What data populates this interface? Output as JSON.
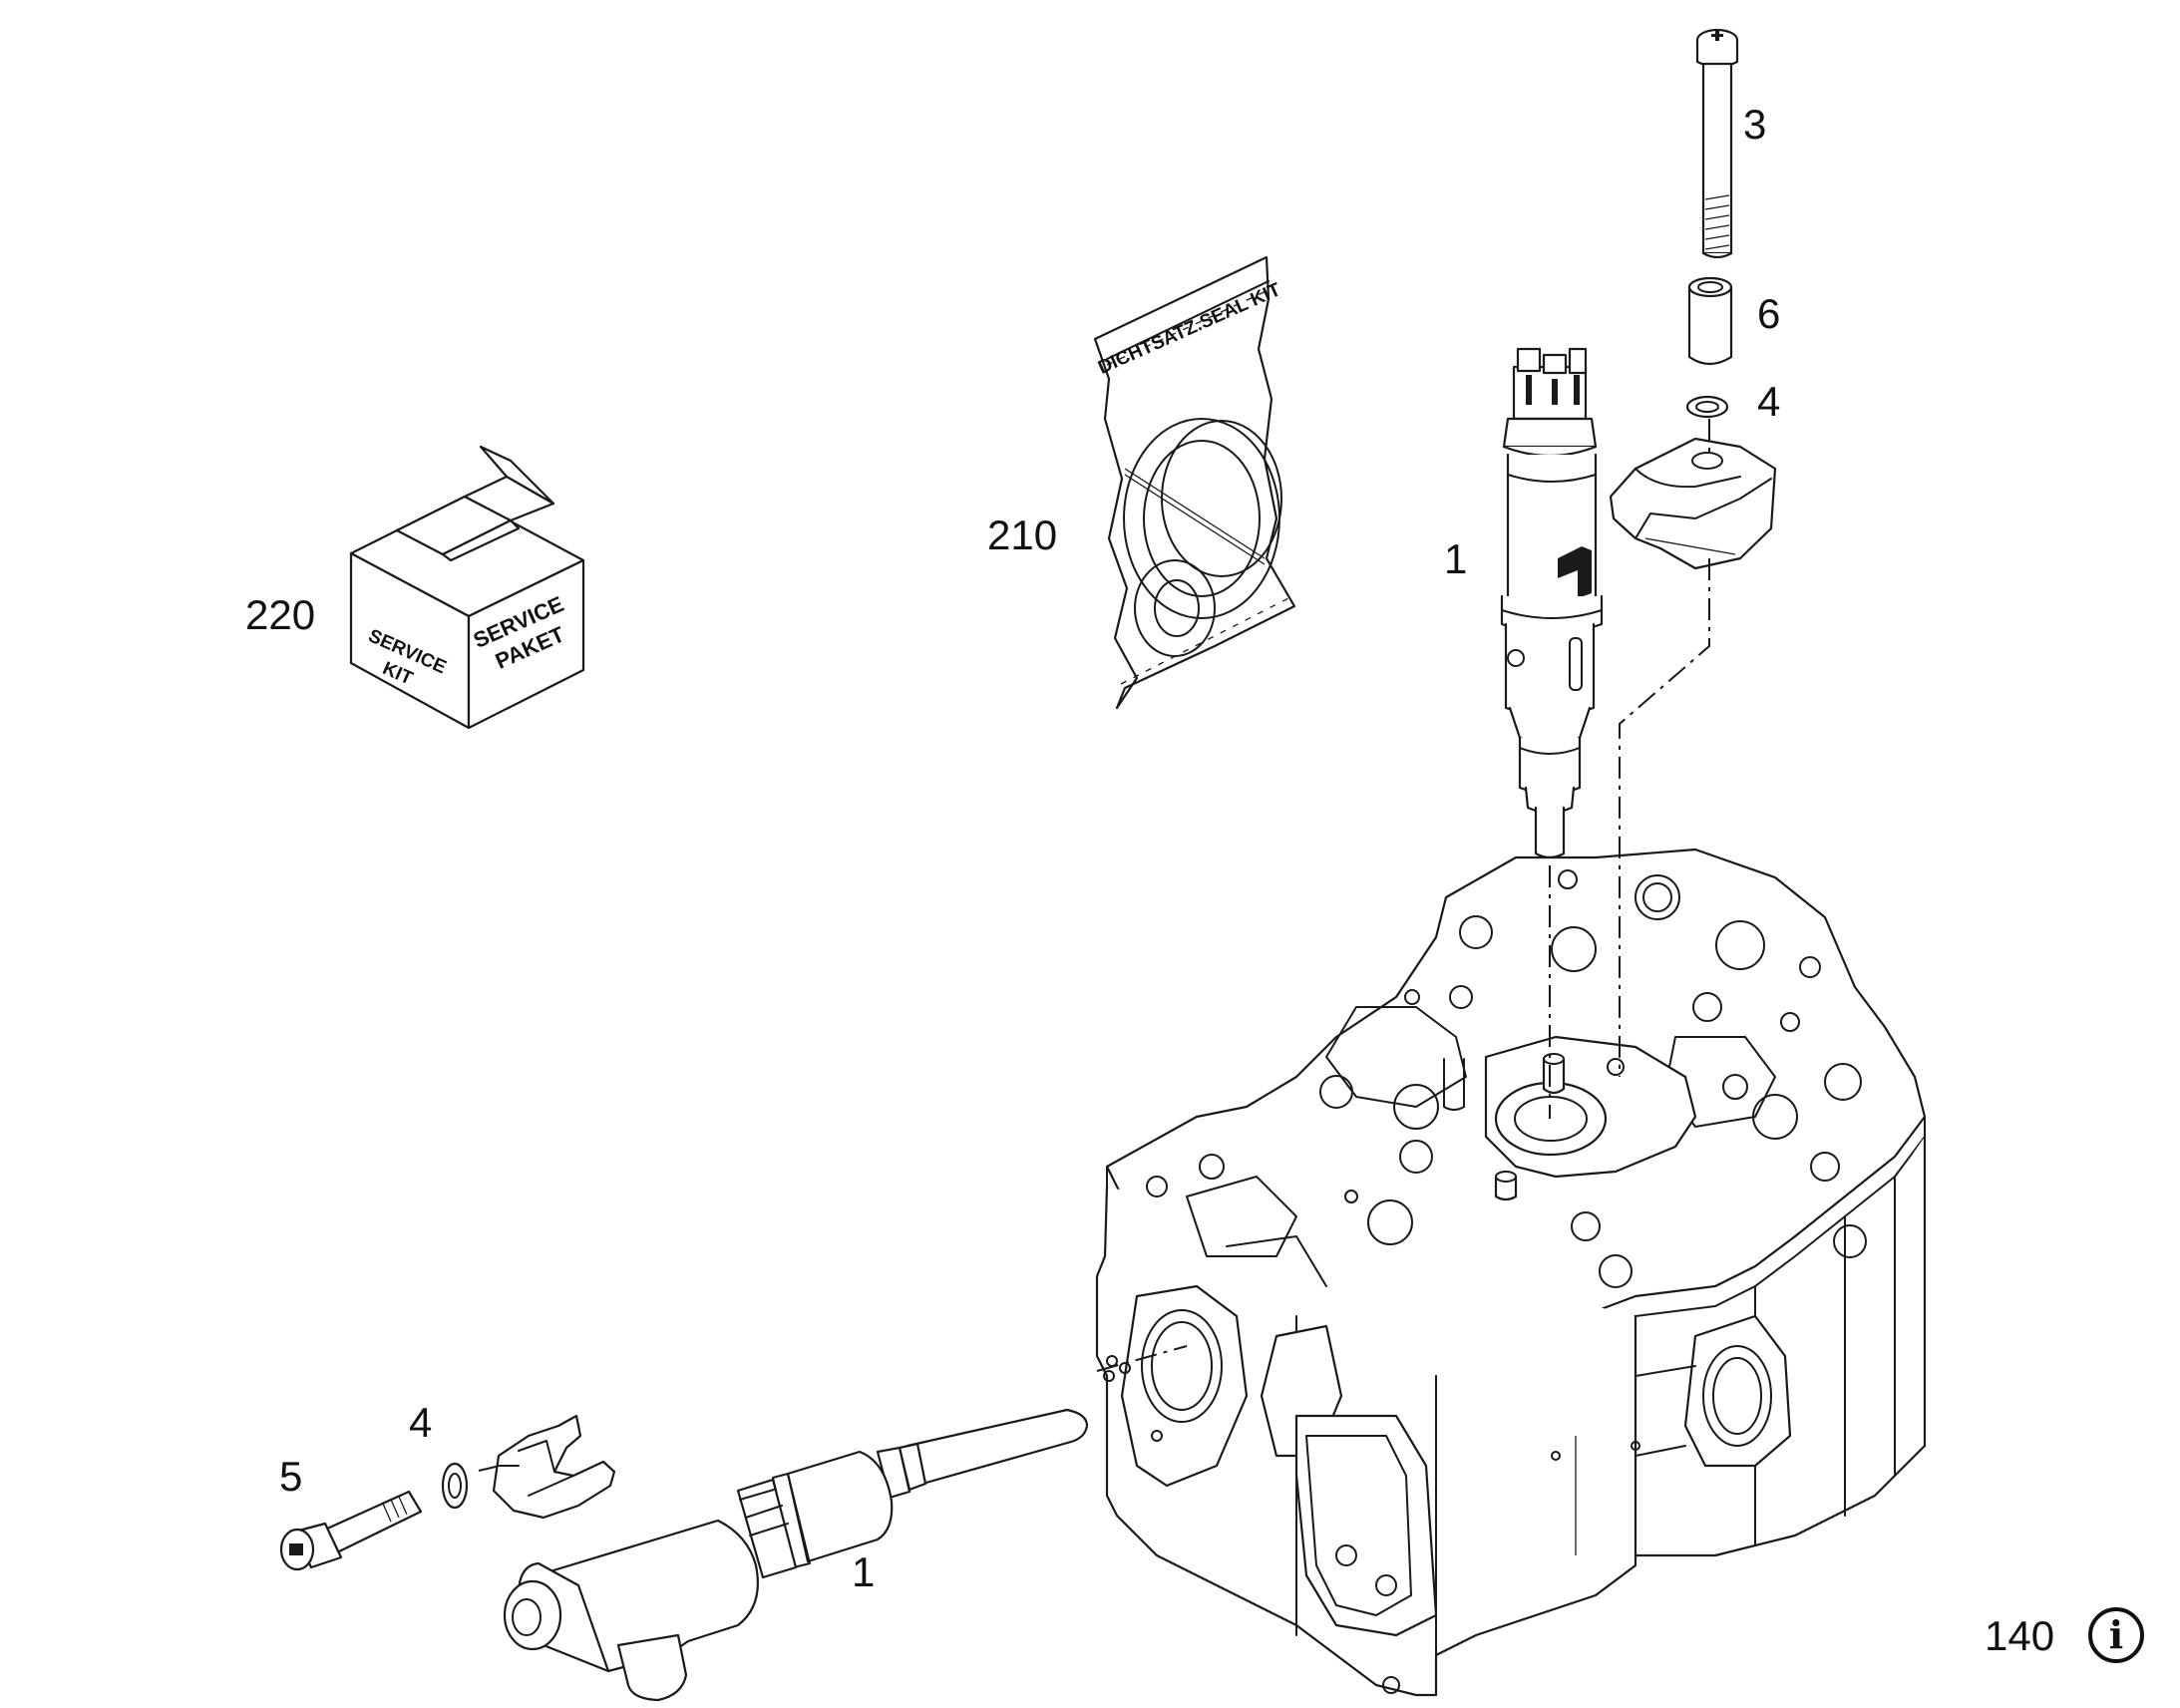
{
  "callouts": {
    "c220": "220",
    "c210": "210",
    "c3": "3",
    "c6": "6",
    "c4_top": "4",
    "c1_top": "1",
    "c4_bottom": "4",
    "c5": "5",
    "c1_bottom": "1",
    "page_number": "140"
  },
  "labels": {
    "box_left_line1": "SERVICE",
    "box_left_line2": "KIT",
    "box_right_line1": "SERVICE",
    "box_right_line2": "PAKET",
    "bag_text": "DICHTSATZ.SEAL KIT"
  },
  "icons": {
    "info": "info-icon",
    "info_glyph": "i"
  }
}
